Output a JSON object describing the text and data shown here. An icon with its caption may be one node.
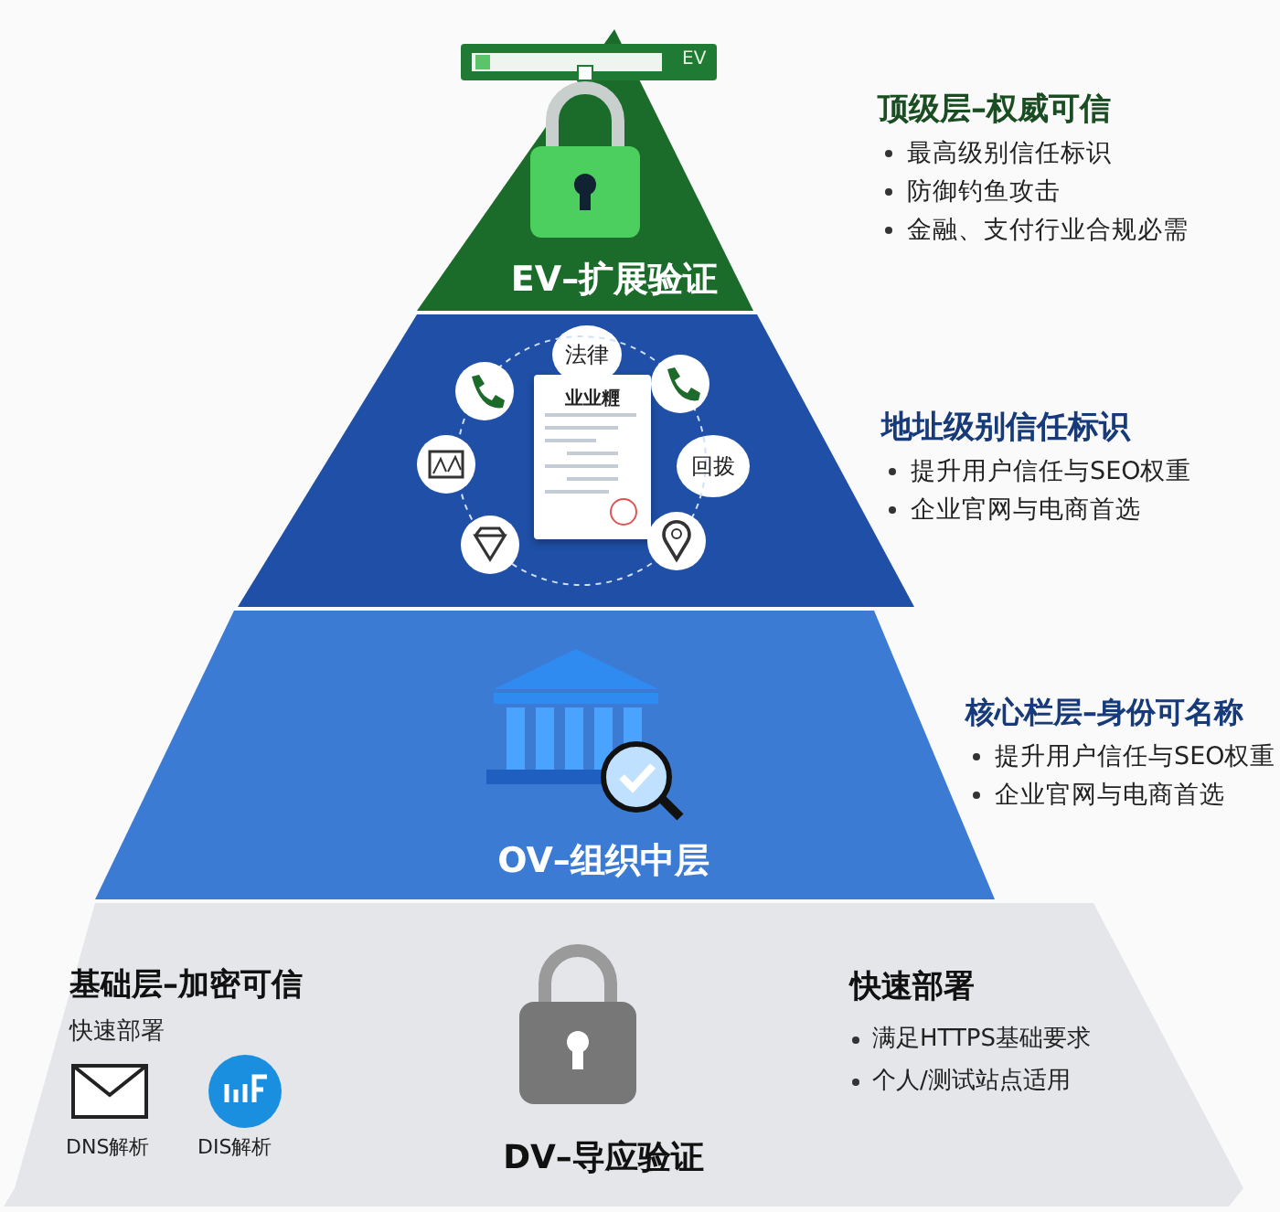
{
  "diagram": {
    "nodes": [
      {
        "text": [
          "EV–扩展验证"
        ],
        "beside": [
          "顶级层–权威可信",
          "最高级别信任标识",
          "防御钓鱼攻击",
          "金融、支付行业合规必需"
        ]
      },
      {
        "text": [],
        "shape": "band",
        "beside": [
          "地址级别信任标识",
          "提升用户信任与SEO权重",
          "企业官网与电商首选"
        ]
      },
      {
        "text": [
          "OV–组织中层"
        ],
        "beside": [
          "核心栏层–身份可名称",
          "提升用户信任与SEO权重",
          "企业官网与电商首选"
        ]
      },
      {
        "text": [
          "基础层–加密可信",
          "快速部署",
          "DNS解析",
          "DIS解析",
          "DV–导应验证",
          "快速部署",
          "满足HTTPS基础要求",
          "个人/测试站点适用"
        ]
      },
      {
        "text": [
          "业业糎"
        ],
        "in": 1
      },
      {
        "text": [
          "法律"
        ],
        "in": 1
      },
      {
        "text": [
          "回拨"
        ],
        "in": 1
      }
    ],
    "labels": [
      "EV"
    ]
  }
}
